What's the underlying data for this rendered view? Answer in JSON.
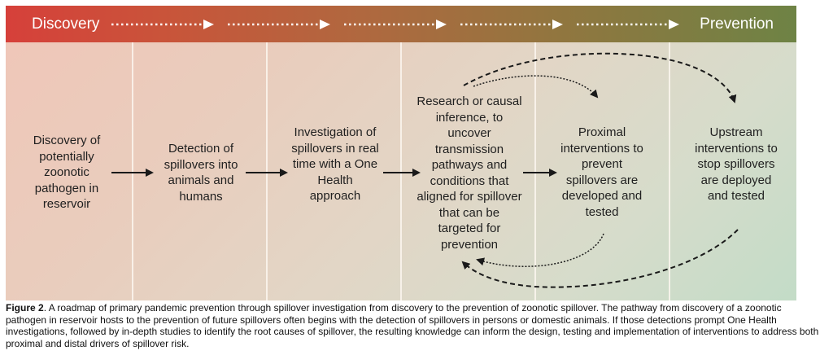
{
  "header": {
    "left_label": "Discovery",
    "right_label": "Prevention"
  },
  "steps": [
    {
      "label": "Discovery of potentially zoonotic pathogen in reservoir"
    },
    {
      "label": "Detection of spillovers into animals and humans"
    },
    {
      "label": "Investigation of spillovers in real time with a One Health approach"
    },
    {
      "label": "Research or causal inference, to uncover transmission pathways and conditions that aligned for spillover that can be targeted for prevention"
    },
    {
      "label": "Proximal interventions to prevent spillovers are developed and tested"
    },
    {
      "label": "Upstream interventions to stop spillovers are deployed and tested"
    }
  ],
  "caption": {
    "figure_label": "Figure 2",
    "text": ". A roadmap of primary pandemic prevention through spillover investigation from discovery to the prevention of zoonotic spillover. The pathway from discovery of a zoonotic pathogen in reservoir hosts to the prevention of future spillovers often begins with the detection of spillovers in persons or domestic animals. If those detections prompt One Health investigations, followed by in-depth studies to identify the root causes of spillover, the resulting knowledge can inform the design, testing and implementation of interventions to address both proximal and distal drivers of spillover risk."
  },
  "colors": {
    "header_start": "#d6403a",
    "header_end": "#6e8345",
    "arrow": "#1a1a1a"
  }
}
